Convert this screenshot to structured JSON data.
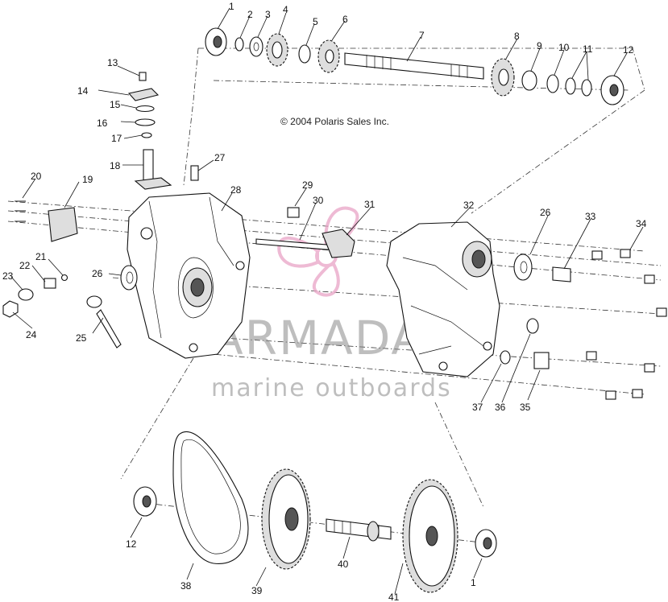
{
  "copyright": "© 2004 Polaris Sales Inc.",
  "watermark": {
    "brand": "ARMADA",
    "tagline": "marine outboards",
    "accent_color": "#e9a3c6"
  },
  "part_labels": [
    "1",
    "2",
    "3",
    "4",
    "5",
    "6",
    "7",
    "8",
    "9",
    "10",
    "11",
    "12",
    "13",
    "14",
    "15",
    "16",
    "17",
    "18",
    "19",
    "20",
    "21",
    "22",
    "23",
    "24",
    "25",
    "26",
    "26",
    "27",
    "28",
    "29",
    "30",
    "31",
    "32",
    "33",
    "34",
    "35",
    "36",
    "37",
    "12",
    "38",
    "39",
    "40",
    "41",
    "1"
  ]
}
